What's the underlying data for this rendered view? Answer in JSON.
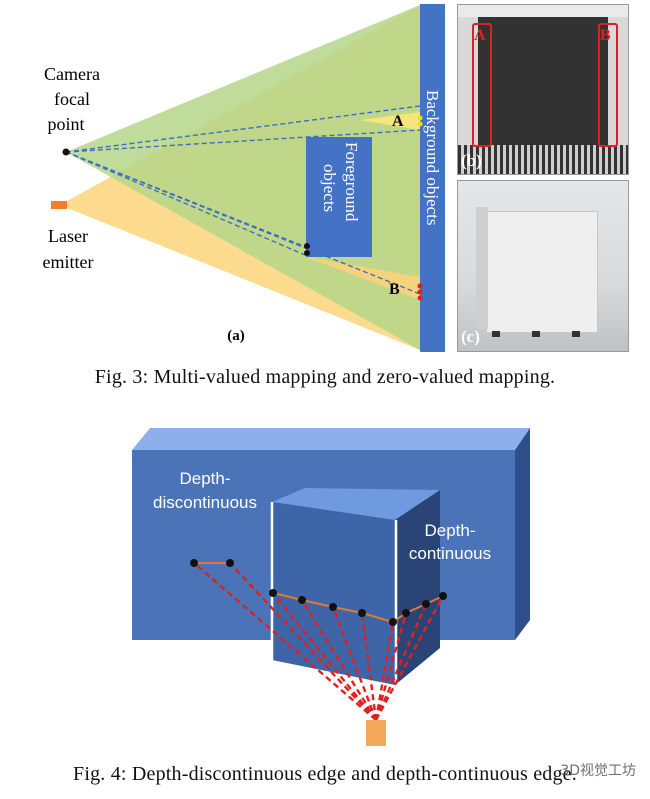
{
  "fig3": {
    "camera_label": [
      "Camera",
      "focal",
      "point"
    ],
    "laser_label": [
      "Laser",
      "emitter"
    ],
    "foreground_label": [
      "Foreground",
      "objects"
    ],
    "background_label": "Background objects",
    "point_a": "A",
    "point_b": "B",
    "panel_a": "(a)",
    "panel_b": "(b)",
    "panel_c": "(c)",
    "depth_mark_a": "A",
    "depth_mark_b": "B",
    "caption": "Fig. 3: Multi-valued mapping and zero-valued mapping."
  },
  "fig4": {
    "depth_discontinuous": [
      "Depth-",
      "discontinuous"
    ],
    "depth_continuous": [
      "Depth-",
      "continuous"
    ],
    "caption": "Fig. 4: Depth-discontinuous edge and depth-continuous edge."
  },
  "watermark": "3D视觉工坊",
  "colors": {
    "camera_fov": "#b5d68a",
    "laser_fov": "#fbd37a",
    "object_blue": "#4472c4",
    "box_front": "#4a6fb0",
    "box_top": "#7aa0e0",
    "laser_box": "#f6a95a",
    "ray_red": "#e0201e",
    "scan_orange": "#e07a30"
  }
}
